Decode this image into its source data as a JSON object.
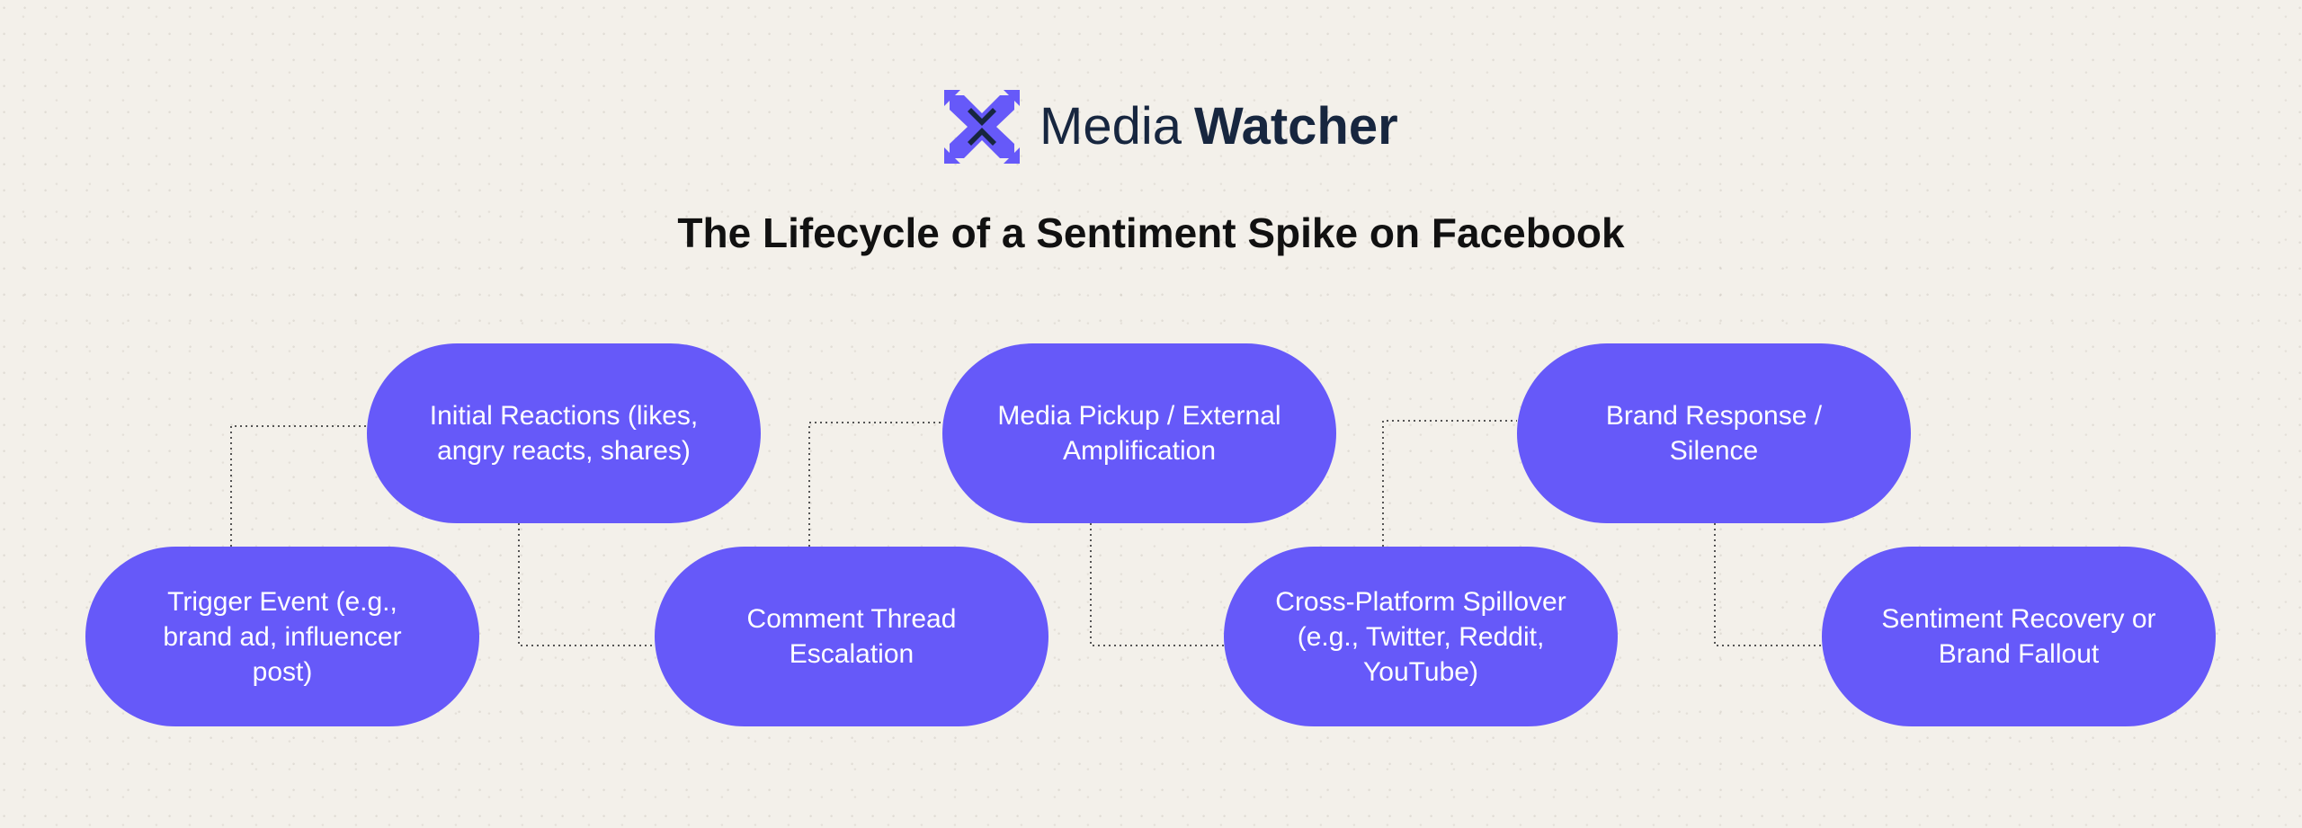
{
  "brand": {
    "name_light": "Media",
    "name_bold": "Watcher",
    "logo_icon": "arrows-x-logo-icon",
    "colors": {
      "logo_primary": "#6659f9",
      "logo_dark": "#17263f"
    }
  },
  "title": "The Lifecycle of a Sentiment Spike on Facebook",
  "colors": {
    "node": "#6659f9",
    "node_text": "#ffffff",
    "connector": "#555555",
    "background": "#f3f0ea"
  },
  "nodes": [
    {
      "id": "trigger",
      "label": "Trigger Event (e.g., brand ad, influencer post)"
    },
    {
      "id": "initial",
      "label": "Initial Reactions (likes, angry reacts, shares)"
    },
    {
      "id": "comment",
      "label": "Comment Thread Escalation"
    },
    {
      "id": "media",
      "label": "Media Pickup / External Amplification"
    },
    {
      "id": "cross",
      "label": "Cross-Platform Spillover (e.g., Twitter, Reddit, YouTube)"
    },
    {
      "id": "brand_response",
      "label": "Brand Response / Silence"
    },
    {
      "id": "recovery",
      "label": "Sentiment Recovery or Brand Fallout"
    }
  ]
}
